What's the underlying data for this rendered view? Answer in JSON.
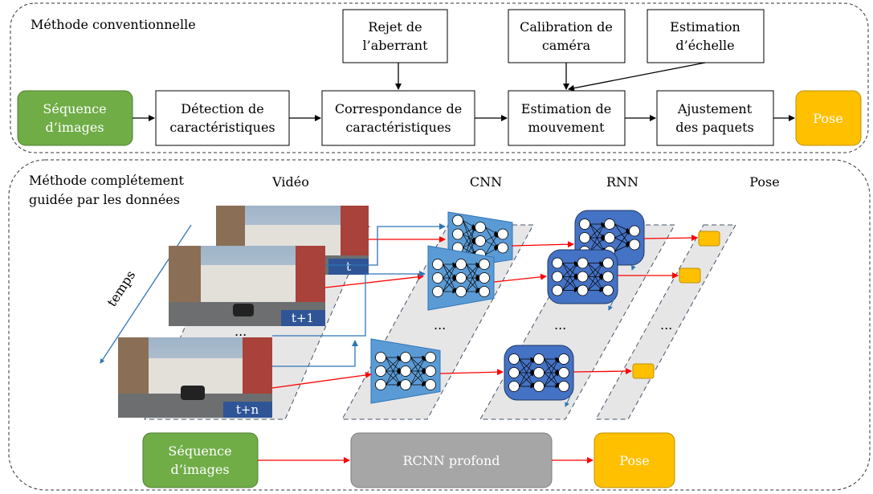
{
  "conventional": {
    "title": "Méthode conventionnelle",
    "input": [
      "Séquence",
      "d’images"
    ],
    "detection": [
      "Détection de",
      "caractéristiques"
    ],
    "matching": [
      "Correspondance de",
      "caractéristiques"
    ],
    "motion": [
      "Estimation de",
      "mouvement"
    ],
    "bundle": [
      "Ajustement",
      "des paquets"
    ],
    "output": "Pose",
    "outlier": [
      "Rejet de",
      "l’aberrant"
    ],
    "calibration": [
      "Calibration de",
      "caméra"
    ],
    "scale": [
      "Estimation",
      "d’échelle"
    ]
  },
  "datadriven": {
    "title": [
      "Méthode complétement",
      "guidée par les données"
    ],
    "col_video": "Vidéo",
    "col_cnn": "CNN",
    "col_rnn": "RNN",
    "col_pose": "Pose",
    "time_axis": "temps",
    "frames": [
      "t",
      "t+1",
      "t+n"
    ],
    "ellipsis": "...",
    "bottom_input": [
      "Séquence",
      "d’images"
    ],
    "bottom_model": "RCNN profond",
    "bottom_output": "Pose"
  },
  "colors": {
    "green": "#70ad47",
    "gold": "#ffc000",
    "gray": "#a6a6a6",
    "cnn_blue": "#5b9bd5",
    "rnn_blue": "#4472c4",
    "frame_label": "#2f5597",
    "arrow_red": "#ff0000",
    "arrow_blue": "#2e75b6",
    "panel": "#e7e6e6"
  }
}
